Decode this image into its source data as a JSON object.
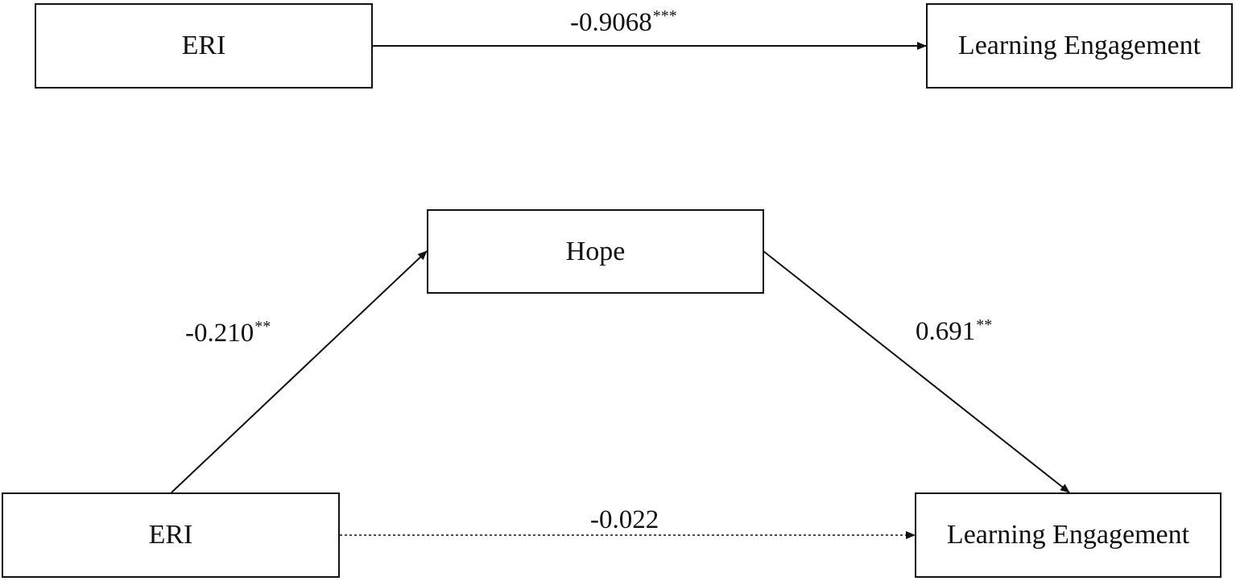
{
  "panel_a": {
    "nodes": {
      "predictor": "ERI",
      "outcome": "Learning Engagement"
    },
    "paths": {
      "total": {
        "coef": "-0.9068",
        "sig": "***"
      }
    }
  },
  "panel_b": {
    "nodes": {
      "predictor": "ERI",
      "mediator": "Hope",
      "outcome": "Learning Engagement"
    },
    "paths": {
      "a": {
        "coef": "-0.210",
        "sig": "**"
      },
      "b": {
        "coef": "0.691",
        "sig": "**"
      },
      "direct": {
        "coef": "-0.022",
        "sig": ""
      }
    }
  }
}
